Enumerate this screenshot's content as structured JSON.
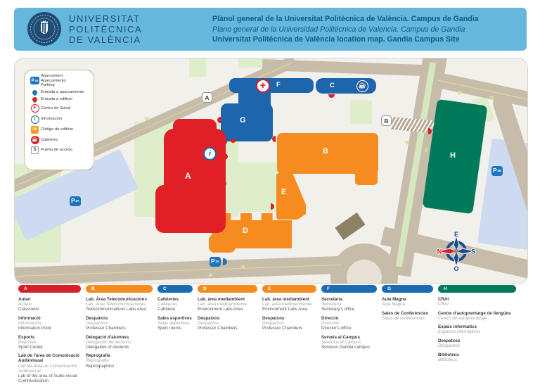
{
  "header": {
    "logo_lines": [
      "UNIVERSITAT",
      "POLITÈCNICA",
      "DE VALÈNCIA"
    ],
    "title_ca": "Plànol general de la Universitat Politècnica de València. Campus de Gandia",
    "title_es": "Plano general de la Universidad Politécnica de Valencia. Campus de Gandia",
    "title_en": "Universitat Politècnica de València location map. Gandia Campus Site"
  },
  "colors": {
    "header_bg": "#66B7DC",
    "building_red": "#E11F26",
    "building_orange": "#F68B1F",
    "building_blue": "#1D65AD",
    "building_green": "#007A5B",
    "road": "#C7BCAA",
    "lawn": "#DEEECB",
    "parking_area": "#CDDAF0",
    "parking_badge": "#1E75BD"
  },
  "map": {
    "buildings": {
      "a": "A",
      "b": "B",
      "c": "C",
      "d": "D",
      "e": "E",
      "f": "F",
      "g": "G",
      "h": "H"
    },
    "code_badges": {
      "a": "A",
      "b": "B"
    },
    "p_main": "P",
    "parkings": {
      "legend_sub": "1B",
      "left_sub": "1A",
      "road_sub": "1A",
      "right_sub": "1B"
    },
    "icons": {
      "info": "i",
      "cross": "+",
      "cafeteria": "☕",
      "code_sample": "3A",
      "door": "S"
    },
    "compass": {
      "n": "N",
      "s": "S",
      "e": "E",
      "o": "O"
    },
    "legend": {
      "items": [
        {
          "icon": "parking-badge",
          "lines": [
            "Aparcament",
            "Aparcamiento",
            "Parking"
          ]
        },
        {
          "icon": "blue-pin",
          "lines": [
            "Entrada a aparcamiento"
          ]
        },
        {
          "icon": "red-pin",
          "lines": [
            "Entrada a edificio"
          ]
        },
        {
          "icon": "health-cross",
          "lines": [
            "Centro de Salud"
          ]
        },
        {
          "icon": "info-circle",
          "lines": [
            "Información"
          ]
        },
        {
          "icon": "building-code-badge",
          "lines": [
            "Código de edificio"
          ]
        },
        {
          "icon": "cafeteria",
          "lines": [
            "Cafetería"
          ]
        },
        {
          "icon": "access-door",
          "lines": [
            "Puerta de acceso"
          ]
        }
      ]
    }
  },
  "directory": {
    "columns": [
      {
        "id": "A",
        "color": "#D52128",
        "entries": [
          {
            "ca": "Aulari",
            "es": "Aulario",
            "en": "Classroom"
          },
          {
            "ca": "Informació",
            "es": "Información",
            "en": "Information Point"
          },
          {
            "ca": "Esports",
            "es": "Deportes",
            "en": "Sport Center"
          },
          {
            "ca": "Lab de l'àrea de Comunicació Audiovisual",
            "es": "Lab del área de Comunicación Audiovisual",
            "en": "Lab of the area of Audio-visual Communication"
          }
        ]
      },
      {
        "id": "B",
        "color": "#F68B1F",
        "entries": [
          {
            "ca": "Lab. Àrea Telecomunicacions",
            "es": "Lab. Área Telecomunicaciones",
            "en": "Telecommunications Labs Area"
          },
          {
            "ca": "Despatxos",
            "es": "Despachos",
            "en": "Professor Chambers"
          },
          {
            "ca": "Delegació d'alumnes",
            "es": "Delegación de alumnos",
            "en": "Delegation of students"
          },
          {
            "ca": "Reprografia",
            "es": "Reprografía",
            "en": "Reprographics"
          }
        ]
      },
      {
        "id": "C",
        "color": "#1C6CB2",
        "entries": [
          {
            "ca": "Cafeteries",
            "es": "Cafeterias",
            "en": "Cafeteria"
          },
          {
            "ca": "Sales esportives",
            "es": "Salas deportivas",
            "en": "Sport rooms"
          }
        ]
      },
      {
        "id": "D",
        "color": "#F68B1F",
        "entries": [
          {
            "ca": "Lab. àrea mediambient",
            "es": "Lab. área medioambiente",
            "en": "Environment Labs Area"
          },
          {
            "ca": "Despatxos",
            "es": "Despachos",
            "en": "Professor Chambers"
          }
        ]
      },
      {
        "id": "E",
        "color": "#F68B1F",
        "entries": [
          {
            "ca": "Lab. àrea mediambient",
            "es": "Lab. área medioambiente",
            "en": "Environment Labs Area"
          },
          {
            "ca": "Despatxos",
            "es": "Despachos",
            "en": "Professor Chambers"
          }
        ]
      },
      {
        "id": "F",
        "color": "#1C6CB2",
        "entries": [
          {
            "ca": "Secretaria",
            "es": "Secretaría",
            "en": "Secretary's office"
          },
          {
            "ca": "Direcció",
            "es": "Dirección",
            "en": "Director's office"
          },
          {
            "ca": "Serveis al Campus",
            "es": "Servicios al Campus",
            "en": "Services Gandia campus"
          }
        ]
      },
      {
        "id": "G",
        "color": "#1C6CB2",
        "entries": [
          {
            "ca": "Aula Magna",
            "es": "Aula Magna"
          },
          {
            "ca": "Sales de Conferències",
            "es": "Salas de conferencias"
          }
        ]
      },
      {
        "id": "H",
        "color": "#00795C",
        "entries": [
          {
            "ca": "CRAI",
            "es": "CRAI"
          },
          {
            "ca": "Centre d'autoprentatge de llengües",
            "es": "Centro de autoprendizaje"
          },
          {
            "ca": "Espais informatics",
            "es": "Espacios informáticos"
          },
          {
            "ca": "Despatxos",
            "es": "Despachos"
          },
          {
            "ca": "Biblioteca",
            "es": "Biblioteca"
          }
        ]
      }
    ]
  }
}
